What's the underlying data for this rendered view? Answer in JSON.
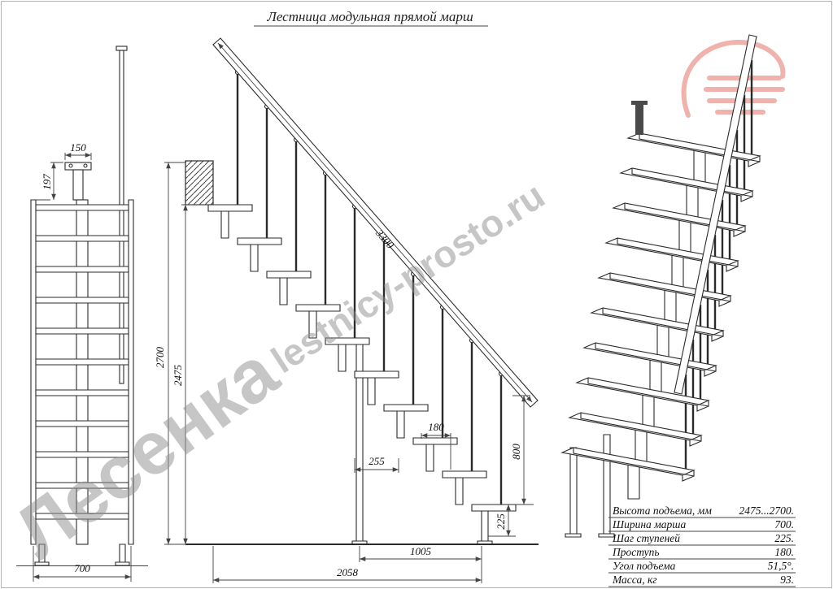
{
  "title": "Лестница модульная прямой марш",
  "watermarks": {
    "brand": "Лесенка",
    "site": "lestnicy-prosto.ru"
  },
  "colors": {
    "logo": "#e0685c",
    "watermark": "#8f8f8f"
  },
  "front_view": {
    "dim_post_width": "150",
    "dim_post_height": "197",
    "dim_width": "700"
  },
  "side_view": {
    "dim_total_height": "2700",
    "dim_clear_height": "2475",
    "dim_rail_length": "3300",
    "dim_tread_depth": "180",
    "dim_step_offset": "255",
    "dim_rail_end_height": "800",
    "dim_bottom_rise": "225",
    "dim_support_span": "1005",
    "dim_total_run": "2058"
  },
  "specs": {
    "rows": [
      {
        "label": "Высота подъема, мм",
        "value": "2475...2700."
      },
      {
        "label": "Ширина марша",
        "value": "700."
      },
      {
        "label": "Шаг ступеней",
        "value": "225."
      },
      {
        "label": "Проступь",
        "value": "180."
      },
      {
        "label": "Угол подъема",
        "value": "51,5°."
      },
      {
        "label": "Масса, кг",
        "value": "93."
      }
    ]
  }
}
